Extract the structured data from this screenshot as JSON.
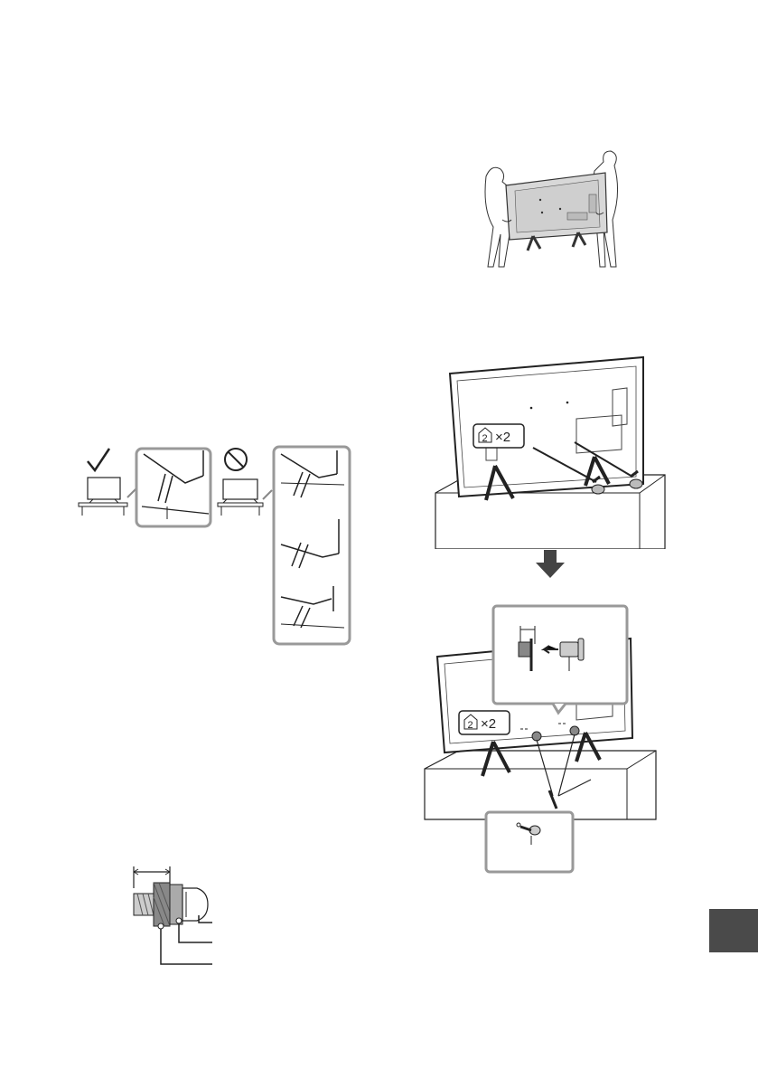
{
  "page": {
    "background": "#ffffff",
    "accent_tab_color": "#4a4a4a"
  },
  "figures": {
    "carry": {
      "icon": "two-people-carrying-tv"
    },
    "placement": {
      "ok_icon": "checkmark-icon",
      "ng_icon": "prohibited-icon"
    },
    "attach_top": {
      "badge_number": "2",
      "badge_suffix": "×2"
    },
    "arrow": {
      "icon": "arrow-down-icon"
    },
    "attach_bottom": {
      "badge_number": "2",
      "badge_suffix": "×2"
    },
    "screw_detail": {
      "icon": "screw-cross-section"
    }
  }
}
